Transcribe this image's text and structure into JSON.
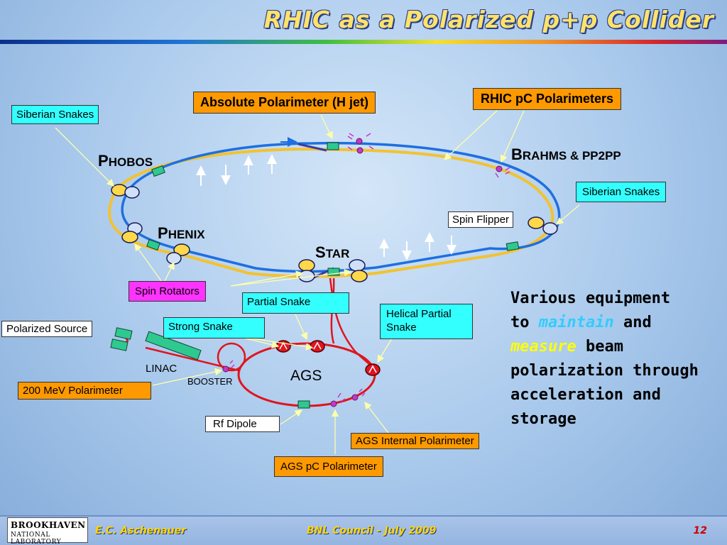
{
  "title": "RHIC as a Polarized p+p Collider",
  "labels": {
    "siberian_snakes_left": "Siberian Snakes",
    "siberian_snakes_right": "Siberian Snakes",
    "absolute_polarimeter": "Absolute Polarimeter (H jet)",
    "rhic_pc_polarimeters": "RHIC pC Polarimeters",
    "spin_flipper": "Spin Flipper",
    "spin_rotators": "Spin Rotators",
    "partial_snake": "Partial Snake",
    "helical_partial_snake": "Helical Partial",
    "helical_partial_snake_2": "Snake",
    "polarized_source": "Polarized Source",
    "strong_snake": "Strong Snake",
    "linac": "LINAC",
    "booster": "BOOSTER",
    "ags": "AGS",
    "mev_polarimeter": "200 MeV Polarimeter",
    "rf_dipole": "Rf Dipole",
    "ags_internal_polarimeter": "AGS Internal Polarimeter",
    "ags_pc_polarimeter": "AGS pC Polarimeter"
  },
  "experiments": {
    "phobos_initial": "P",
    "phobos_rest": "HOBOS",
    "phenix_initial": "P",
    "phenix_rest": "HENIX",
    "star_initial": "S",
    "star_rest": "TAR",
    "brahms_initial": "B",
    "brahms_rest": "RAHMS & PP2PP"
  },
  "description": {
    "line1": "Various equipment",
    "to": "to ",
    "maintain": "maintain",
    "and": " and",
    "measure": "measure",
    "beam": " beam",
    "line4": "polarization through",
    "line5": "acceleration and",
    "line6": "storage"
  },
  "footer": {
    "logo_line1": "BROOKHAVEN",
    "logo_line2": "NATIONAL LABORATORY",
    "author": "E.C. Aschenauer",
    "event": "BNL Council - July 2009",
    "page": "12"
  },
  "colors": {
    "blue_ring": "#1e6fe0",
    "yellow_ring": "#f2c230",
    "ags_ring": "#e0141e",
    "keyword_maintain": "#33ccff",
    "keyword_measure": "#ffff00"
  }
}
